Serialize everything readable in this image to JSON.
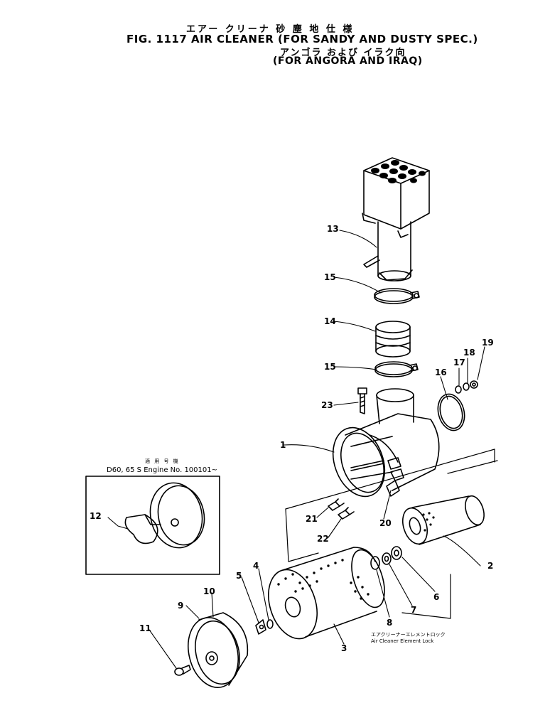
{
  "header": {
    "jp_line1": "エアー クリーナ  砂 塵 地 仕 様",
    "title": "FIG. 1117  AIR CLEANER (FOR SANDY AND DUSTY SPEC.)",
    "jp_line2": "アンゴラ および イラク向",
    "subtitle": "(FOR ANGORA AND IRAQ)"
  },
  "inset": {
    "usage_jp": "適 用 号 機",
    "engine_label": "D60, 65 S Engine No. 100101~"
  },
  "element_lock": {
    "jp": "エアクリーナーエレメントロック",
    "en": "Air Cleaner Element Lock"
  },
  "callouts": [
    {
      "id": "c13",
      "label": "13"
    },
    {
      "id": "c15a",
      "label": "15"
    },
    {
      "id": "c14",
      "label": "14"
    },
    {
      "id": "c15b",
      "label": "15"
    },
    {
      "id": "c16",
      "label": "16"
    },
    {
      "id": "c17",
      "label": "17"
    },
    {
      "id": "c18",
      "label": "18"
    },
    {
      "id": "c19",
      "label": "19"
    },
    {
      "id": "c23",
      "label": "23"
    },
    {
      "id": "c1",
      "label": "1"
    },
    {
      "id": "c12",
      "label": "12"
    },
    {
      "id": "c21",
      "label": "21"
    },
    {
      "id": "c20",
      "label": "20"
    },
    {
      "id": "c22",
      "label": "22"
    },
    {
      "id": "c2",
      "label": "2"
    },
    {
      "id": "c6",
      "label": "6"
    },
    {
      "id": "c7",
      "label": "7"
    },
    {
      "id": "c8",
      "label": "8"
    },
    {
      "id": "c4",
      "label": "4"
    },
    {
      "id": "c5",
      "label": "5"
    },
    {
      "id": "c10",
      "label": "10"
    },
    {
      "id": "c9",
      "label": "9"
    },
    {
      "id": "c11",
      "label": "11"
    },
    {
      "id": "c3",
      "label": "3"
    }
  ]
}
